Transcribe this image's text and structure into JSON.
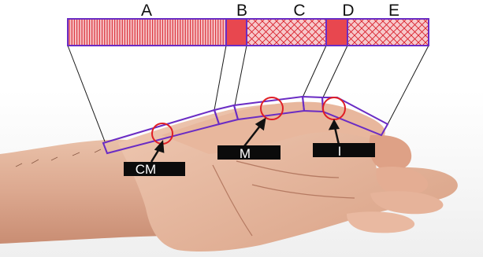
{
  "segments": [
    {
      "letter": "A",
      "style": "hatched"
    },
    {
      "letter": "B",
      "style": "solid"
    },
    {
      "letter": "C",
      "style": "hatched"
    },
    {
      "letter": "D",
      "style": "solid"
    },
    {
      "letter": "E",
      "style": "hatched"
    }
  ],
  "joints": [
    {
      "label": "CM"
    },
    {
      "label": "M"
    },
    {
      "label": "I"
    }
  ],
  "colors": {
    "outline": "#6a2cc4",
    "hatch_line": "#d81f2a",
    "hatch_bg": "#f7c9cb",
    "solid_fill": "#e8474f",
    "joint_circle": "#e01e25",
    "label_box": "#0b0b0b",
    "label_text": "#ffffff",
    "leader_line": "#1a1a1a",
    "skin_light": "#f1d2bf",
    "skin_mid": "#deab92",
    "skin_dark": "#b97d63",
    "background_top": "#ffffff",
    "background_bottom": "#eeeeee"
  }
}
